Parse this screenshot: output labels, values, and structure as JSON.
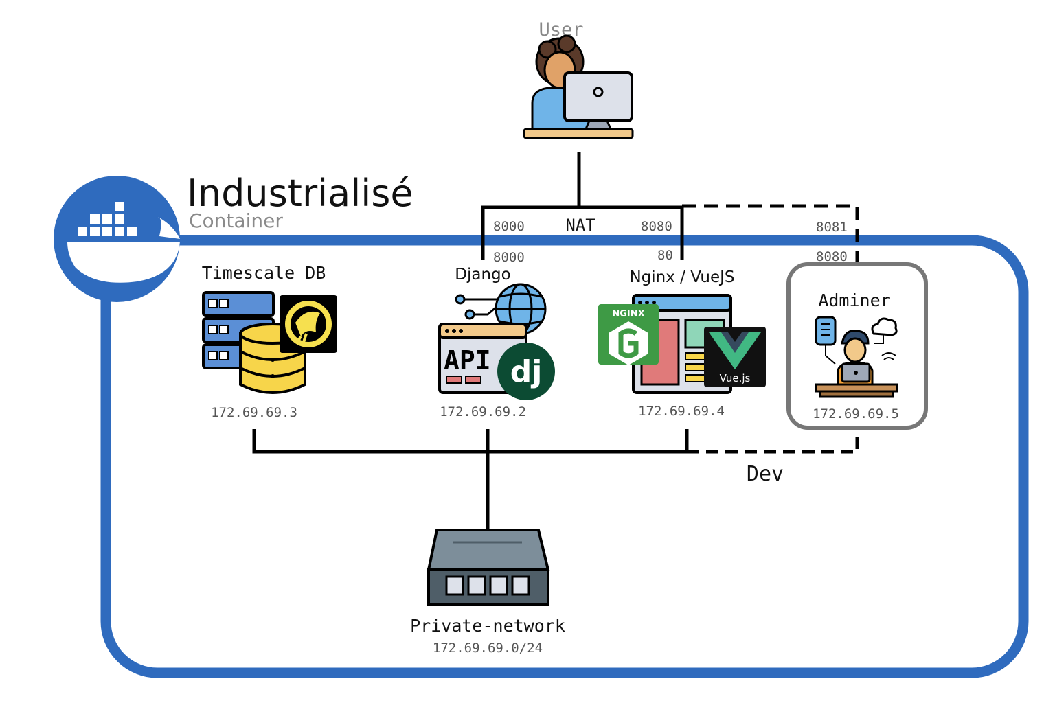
{
  "header": {
    "title": "Industrialisé",
    "subtitle": "Container"
  },
  "user": {
    "label": "User"
  },
  "nat": {
    "label": "NAT",
    "ports": {
      "django_host": "8000",
      "django_container": "8000",
      "nginx_host": "8080",
      "nginx_container": "80",
      "adminer_host": "8081",
      "adminer_container": "8080"
    }
  },
  "services": {
    "timescale": {
      "name": "Timescale DB",
      "ip": "172.69.69.3"
    },
    "django": {
      "name": "Django",
      "ip": "172.69.69.2",
      "icon_text": "API",
      "logo_text": "dj"
    },
    "nginx": {
      "name": "Nginx / VueJS",
      "ip": "172.69.69.4",
      "nginx_logo_text": "NGINX",
      "vue_logo_text": "Vue.js"
    },
    "adminer": {
      "name": "Adminer",
      "ip": "172.69.69.5"
    }
  },
  "dev": {
    "label": "Dev"
  },
  "network": {
    "name": "Private-network",
    "subnet": "172.69.69.0/24"
  },
  "colors": {
    "docker_blue": "#2F6BBE",
    "nginx_green": "#3E9A45",
    "vue_green": "#41B883",
    "vue_dark": "#35495E",
    "db_yellow": "#F7D54A",
    "server_blue": "#5B8FD6",
    "switch_gray": "#7D8E9A",
    "timescale_yellow": "#F6E04F",
    "django_green": "#0C4B33",
    "adminer_border": "#777777"
  }
}
